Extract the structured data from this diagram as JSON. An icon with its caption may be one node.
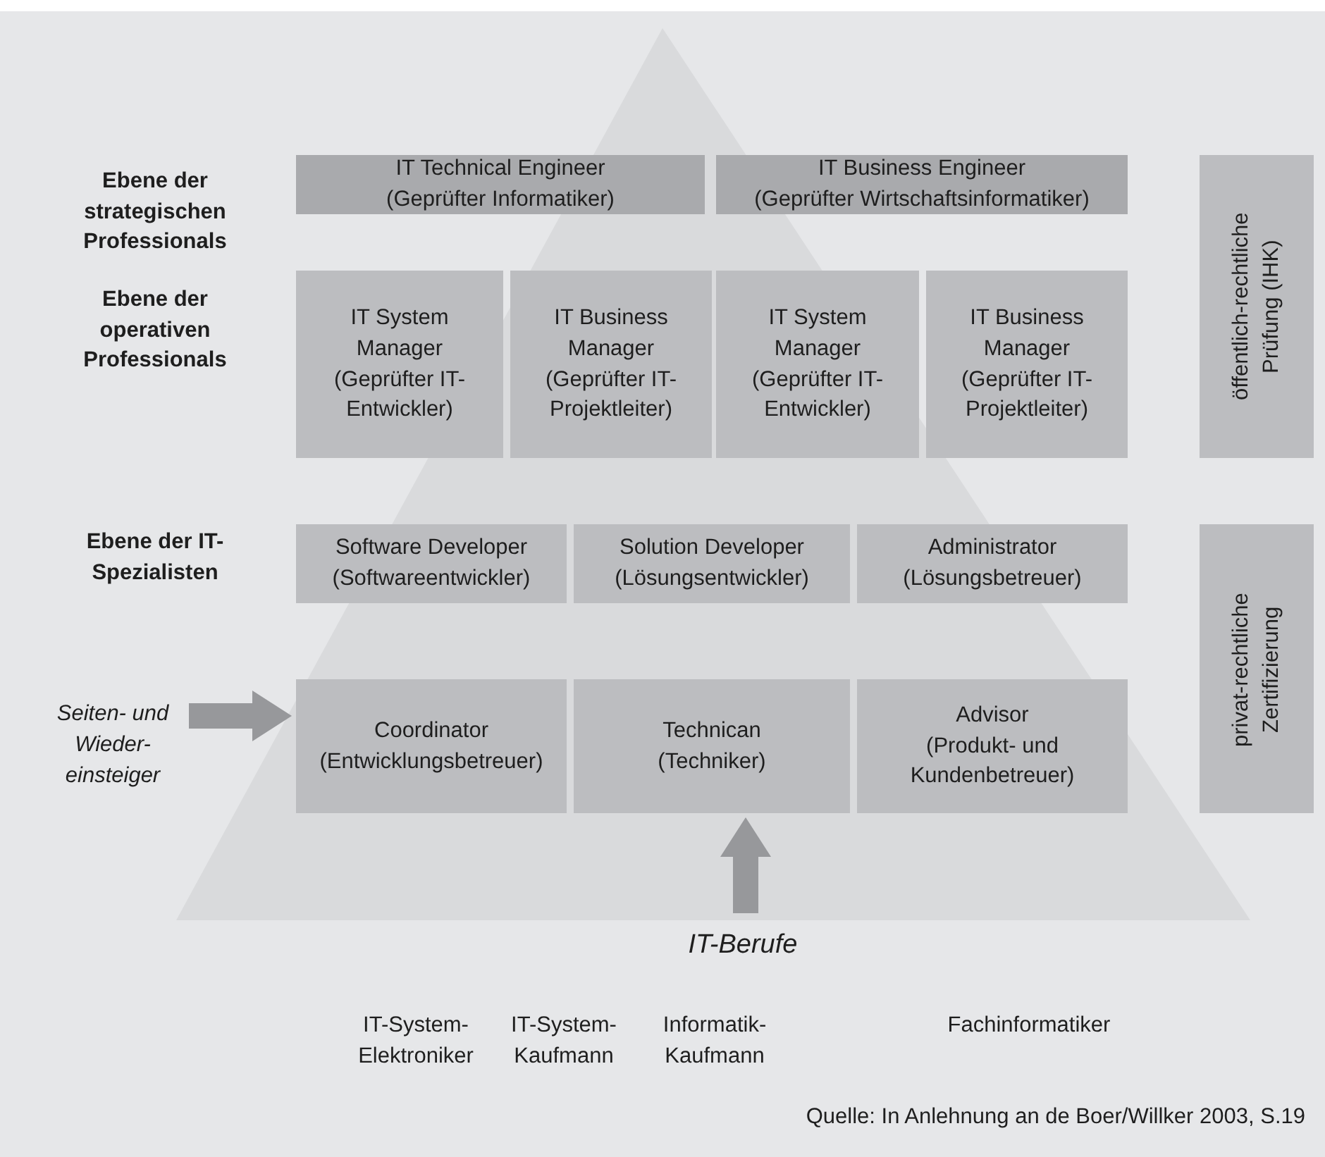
{
  "diagram": {
    "caption": "Quelle: In Anlehnung an de Boer/Willker 2003, S.19",
    "nodes": [
      {
        "text": [
          "IT Technical Engineer",
          "(Geprüfter Informatiker)"
        ]
      },
      {
        "text": [
          "IT Business Engineer",
          "(Geprüfter Wirtschaftsinformatiker)"
        ]
      },
      {
        "text": [
          "IT System Manager",
          "(Geprüfter IT-Entwickler)"
        ]
      },
      {
        "text": [
          "IT Business Manager",
          "(Geprüfter IT-Projektleiter)"
        ]
      },
      {
        "text": [
          "IT System Manager",
          "(Geprüfter IT-Entwickler)"
        ]
      },
      {
        "text": [
          "IT Business Manager",
          "(Geprüfter IT-Projektleiter)"
        ]
      },
      {
        "text": [
          "öffentlich-rechtliche Prüfung (IHK)"
        ]
      },
      {
        "text": [
          "Software Developer",
          "(Softwareentwickler)"
        ]
      },
      {
        "text": [
          "Solution Developer",
          "(Lösungsentwickler)"
        ]
      },
      {
        "text": [
          "Administrator",
          "(Lösungsbetreuer)"
        ]
      },
      {
        "text": [
          "privat-rechtliche Zertifizierung"
        ]
      },
      {
        "text": [
          "Seiten- und Wieder- einsteiger"
        ]
      },
      {
        "text": [
          "Coordinator",
          "(Entwicklungsbetreuer)"
        ]
      },
      {
        "text": [
          "Technican",
          "(Techniker)"
        ]
      },
      {
        "text": [
          "Advisor",
          "(Produkt- und Kundenbetreuer)"
        ]
      },
      {
        "text": [
          "IT-Berufe"
        ]
      }
    ],
    "edges": [
      {
        "from": 11,
        "to": 12,
        "arrow": "to"
      },
      {
        "from": 15,
        "to": 13,
        "arrow": "to"
      }
    ],
    "labels": [
      "Ebene der strategischen Professionals",
      "Ebene der operativen Professionals",
      "Ebene der IT-Spezialisten",
      "IT-System- Elektroniker",
      "IT-System- Kaufmann",
      "Informatik- Kaufmann",
      "Fachinformatiker"
    ]
  }
}
